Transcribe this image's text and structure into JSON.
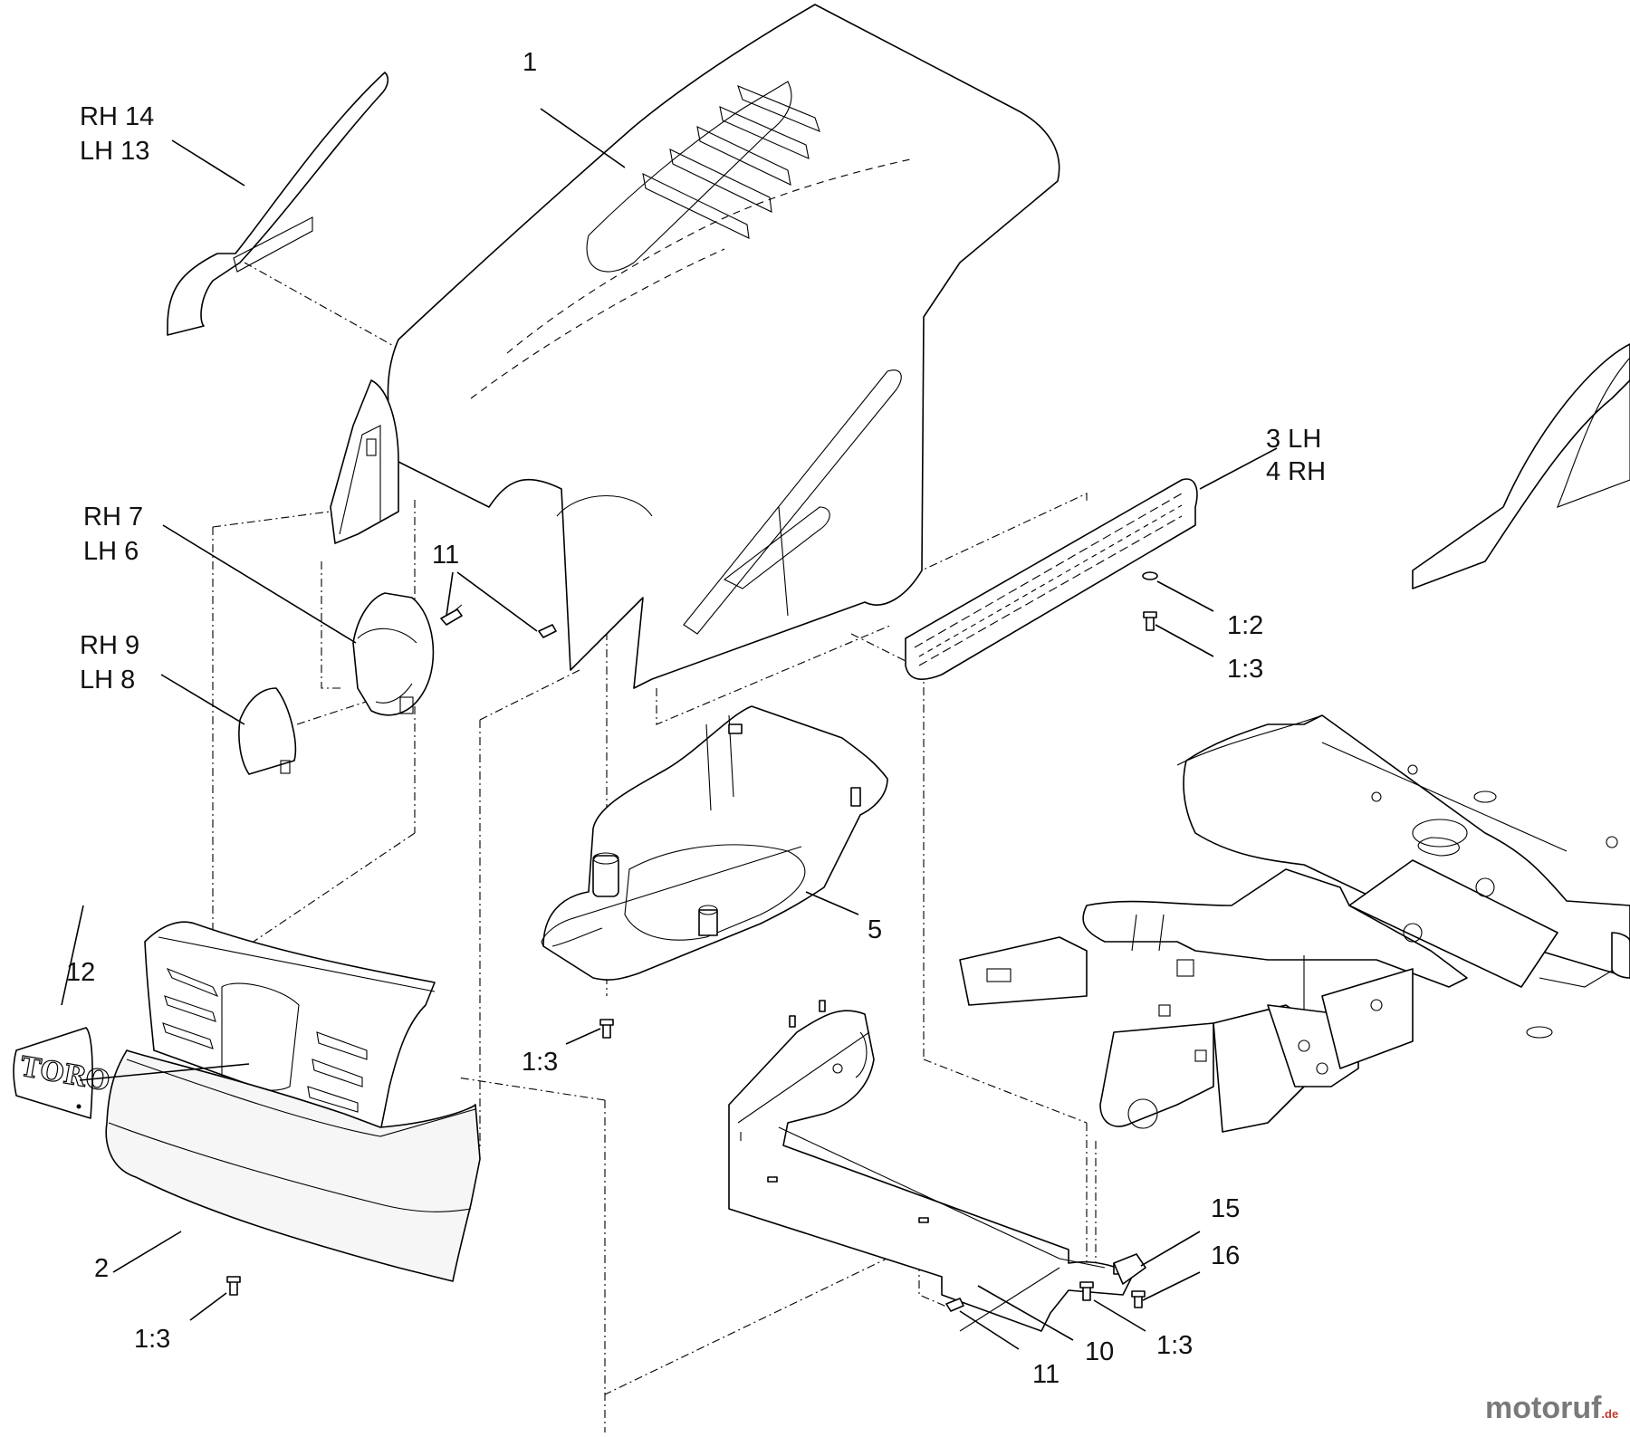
{
  "callouts": [
    {
      "id": "c-1",
      "lines": [
        "1"
      ]
    },
    {
      "id": "c-14-13",
      "lines": [
        "RH 14",
        "LH 13"
      ]
    },
    {
      "id": "c-3-4",
      "lines": [
        "3 LH",
        "4 RH"
      ]
    },
    {
      "id": "c-7-6",
      "lines": [
        "RH 7",
        "LH 6"
      ]
    },
    {
      "id": "c-11-top",
      "lines": [
        "11"
      ]
    },
    {
      "id": "c-9-8",
      "lines": [
        "RH 9",
        "LH 8"
      ]
    },
    {
      "id": "c-1-2",
      "lines": [
        "1:2"
      ]
    },
    {
      "id": "c-1-3-right",
      "lines": [
        "1:3"
      ]
    },
    {
      "id": "c-5",
      "lines": [
        "5"
      ]
    },
    {
      "id": "c-12",
      "lines": [
        "12"
      ]
    },
    {
      "id": "c-1-3-mid",
      "lines": [
        "1:3"
      ]
    },
    {
      "id": "c-2",
      "lines": [
        "2"
      ]
    },
    {
      "id": "c-1-3-bottom-left",
      "lines": [
        "1:3"
      ]
    },
    {
      "id": "c-15",
      "lines": [
        "15"
      ]
    },
    {
      "id": "c-16",
      "lines": [
        "16"
      ]
    },
    {
      "id": "c-10",
      "lines": [
        "10"
      ]
    },
    {
      "id": "c-1-3-bottom-right",
      "lines": [
        "1:3"
      ]
    },
    {
      "id": "c-11-bottom",
      "lines": [
        "11"
      ]
    }
  ],
  "emblem": {
    "text": "TORO"
  },
  "watermark": {
    "brand": "motoruf",
    "suffix": ".de"
  },
  "colors": {
    "line": "#000000",
    "background": "#ffffff",
    "watermark_main": "#7a7a7a",
    "watermark_accent": "#c0392b"
  }
}
